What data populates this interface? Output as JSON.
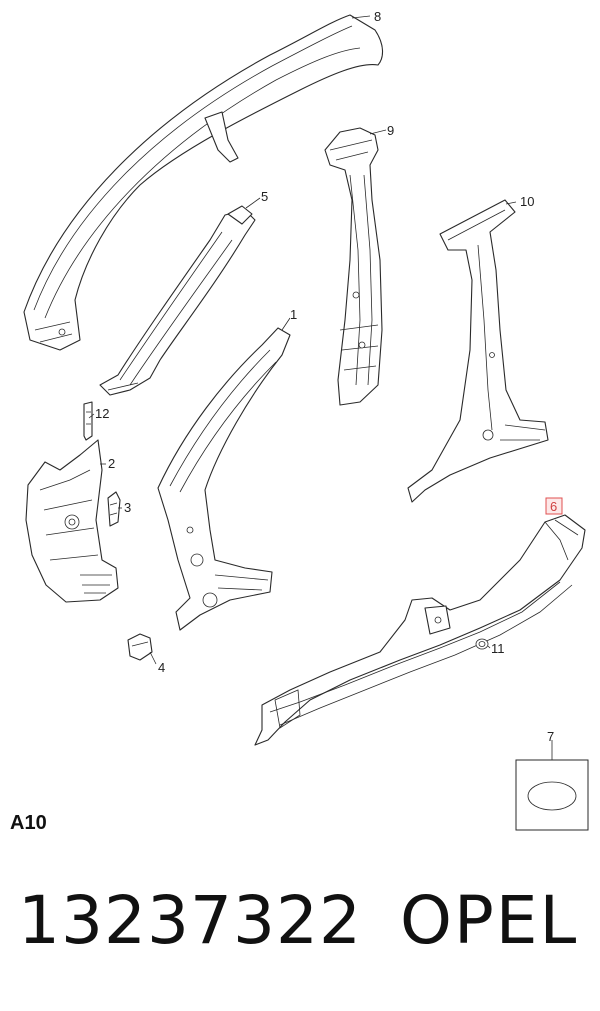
{
  "diagram": {
    "code": "A10",
    "callouts": {
      "c1": "1",
      "c2": "2",
      "c3": "3",
      "c4": "4",
      "c5": "5",
      "c6": "6",
      "c7": "7",
      "c8": "8",
      "c9": "9",
      "c10": "10",
      "c11": "11",
      "c12": "12"
    },
    "highlighted_callout": "6",
    "highlight_color": "#e05050"
  },
  "footer": {
    "part_number": "13237322",
    "brand": "OPEL"
  }
}
